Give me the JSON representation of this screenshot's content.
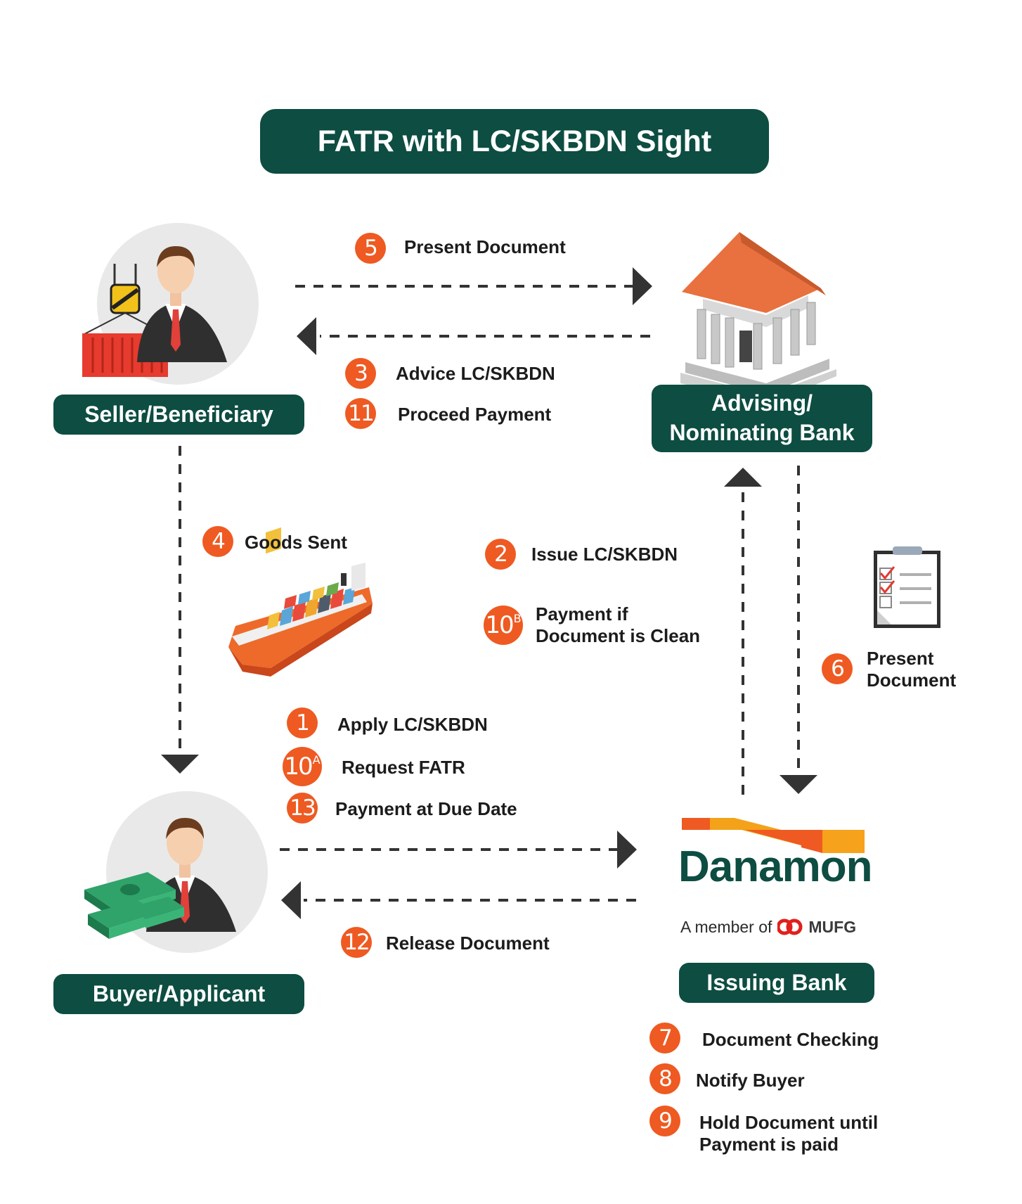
{
  "title": "FATR with LC/SKBDN Sight",
  "parties": {
    "seller": "Seller/Beneficiary",
    "advising_line1": "Advising/",
    "advising_line2": "Nominating Bank",
    "buyer": "Buyer/Applicant",
    "issuing": "Issuing Bank"
  },
  "steps": {
    "s5_top": {
      "num": "5",
      "label": "Present Document"
    },
    "s3": {
      "num": "3",
      "label": "Advice LC/SKBDN"
    },
    "s11": {
      "num": "11",
      "label": "Proceed Payment"
    },
    "s4": {
      "num": "4",
      "label": "Goods Sent"
    },
    "s2": {
      "num": "2",
      "label": "Issue LC/SKBDN"
    },
    "s10b": {
      "num": "10",
      "sup": "B",
      "label_line1": "Payment if",
      "label_line2": "Document is Clean"
    },
    "s6": {
      "num": "6",
      "label_line1": "Present",
      "label_line2": "Document"
    },
    "s1": {
      "num": "1",
      "label": "Apply LC/SKBDN"
    },
    "s10a": {
      "num": "10",
      "sup": "A",
      "label": "Request FATR"
    },
    "s13": {
      "num": "13",
      "label": "Payment at Due Date"
    },
    "s12": {
      "num": "12",
      "label": "Release Document"
    },
    "s7": {
      "num": "7",
      "label": "Document Checking"
    },
    "s8": {
      "num": "8",
      "label": "Notify Buyer"
    },
    "s9": {
      "num": "9",
      "label_line1": "Hold Document until",
      "label_line2": "Payment is paid"
    }
  },
  "logo": {
    "name": "Danamon",
    "member_prefix": "A member of",
    "member_brand": "MUFG"
  },
  "colors": {
    "primary": "#0d4d42",
    "badge": "#ee5a22",
    "arrow": "#333333"
  },
  "icons": [
    "seller-icon",
    "bank-building-icon",
    "cargo-ship-icon",
    "checklist-icon",
    "buyer-icon",
    "danamon-logo",
    "mufg-logo"
  ]
}
